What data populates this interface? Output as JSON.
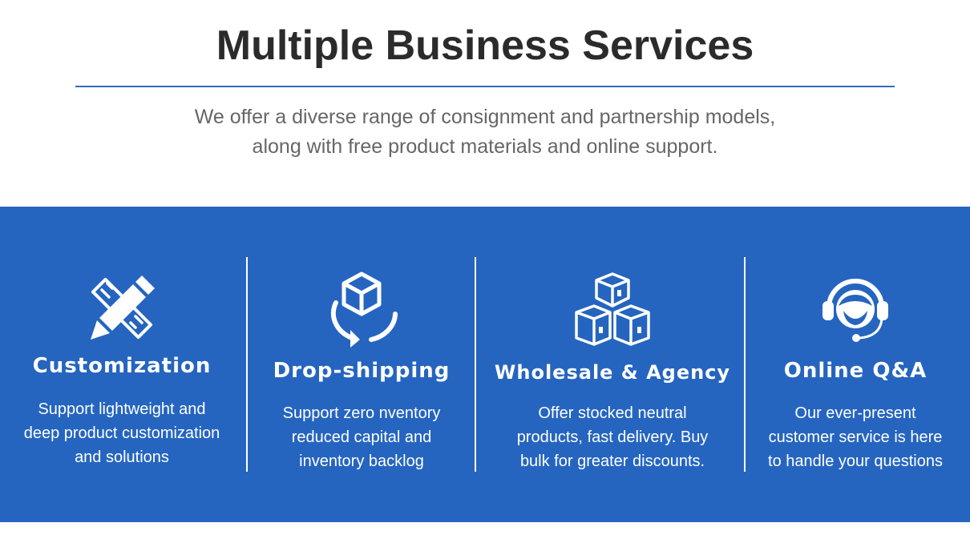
{
  "header": {
    "title": "Multiple Business Services",
    "subtitle_lines": [
      "We offer a diverse range of consignment and partnership models,",
      "along with free product materials and online support."
    ]
  },
  "colors": {
    "band": "#2565c0",
    "accent_rule": "#2f6bbd",
    "title": "#2b2b2b",
    "subtitle": "#666666"
  },
  "services": [
    {
      "icon": "pencil-ruler-icon",
      "heading": "Customization",
      "lines": [
        "Support lightweight and",
        "deep product customization",
        "and solutions"
      ]
    },
    {
      "icon": "box-cycle-icon",
      "heading": "Drop-shipping",
      "lines": [
        "Support zero nventory",
        "reduced capital and",
        "inventory backlog"
      ]
    },
    {
      "icon": "stacked-boxes-icon",
      "heading": "Wholesale & Agency",
      "lines": [
        "Offer stocked neutral",
        "products, fast delivery. Buy",
        "bulk for greater discounts."
      ]
    },
    {
      "icon": "headset-agent-icon",
      "heading": "Online Q&A",
      "lines": [
        "Our ever-present",
        "customer service is here",
        "to handle your questions"
      ]
    }
  ]
}
